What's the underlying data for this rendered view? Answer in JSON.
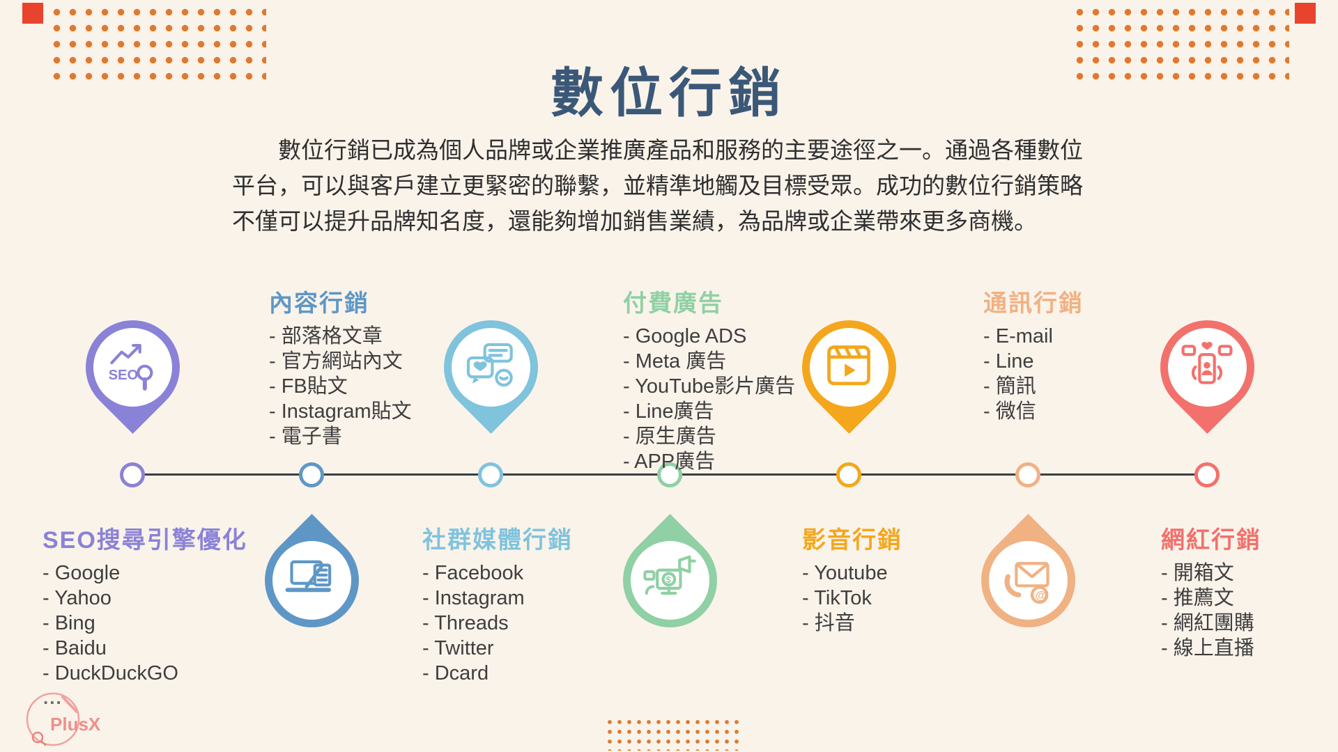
{
  "page": {
    "title": "數位行銷",
    "intro_lines": [
      "數位行銷已成為個人品牌或企業推廣產品和服務的主要途徑之一。通過各種數位",
      "平台，可以與客戶建立更緊密的聯繫，並精準地觸及目標受眾。成功的數位行銷策略",
      "不僅可以提升品牌知名度，還能夠增加銷售業績，為品牌或企業帶來更多商機。"
    ]
  },
  "list_prefix": "- ",
  "logo": {
    "text": "PlusX",
    "dots": "..."
  },
  "colors": {
    "background": "#faf3ea",
    "title": "#3b5878",
    "body_text": "#2f2f2f",
    "timeline_line": "#3d3d3d",
    "dot_pattern": "#dd7a30",
    "corner_square": "#e8432d",
    "logo": "#ef8f8a"
  },
  "categories": [
    {
      "id": "seo",
      "title": "SEO搜尋引擎優化",
      "color": "#8a82d6",
      "icon": "seo-pin-icon",
      "items": [
        "Google",
        "Yahoo",
        "Bing",
        "Baidu",
        "DuckDuckGO"
      ]
    },
    {
      "id": "content-marketing",
      "title": "內容行銷",
      "color": "#5e97c6",
      "icon": "laptop-drop-icon",
      "items": [
        "部落格文章",
        "官方網站內文",
        "FB貼文",
        "Instagram貼文",
        "電子書"
      ]
    },
    {
      "id": "social-media-marketing",
      "title": "社群媒體行銷",
      "color": "#7fc3dd",
      "icon": "chat-pin-icon",
      "items": [
        "Facebook",
        "Instagram",
        "Threads",
        "Twitter",
        "Dcard"
      ]
    },
    {
      "id": "paid-ads",
      "title": "付費廣告",
      "color": "#8fd0a4",
      "icon": "ads-drop-icon",
      "items": [
        "Google  ADS",
        "Meta 廣告",
        "YouTube影片廣告",
        "Line廣告",
        "原生廣告",
        "APP廣告"
      ]
    },
    {
      "id": "video-marketing",
      "title": "影音行銷",
      "color": "#f4a71c",
      "icon": "video-pin-icon",
      "items": [
        "Youtube",
        "TikTok",
        "抖音"
      ]
    },
    {
      "id": "messaging-marketing",
      "title": "通訊行銷",
      "color": "#f0b183",
      "icon": "mail-drop-icon",
      "items": [
        "E-mail",
        "Line",
        "簡訊",
        "微信"
      ]
    },
    {
      "id": "influencer-marketing",
      "title": "網紅行銷",
      "color": "#f2716c",
      "icon": "phone-pin-icon",
      "items": [
        "開箱文",
        "推薦文",
        "網紅團購",
        "線上直播"
      ]
    }
  ]
}
